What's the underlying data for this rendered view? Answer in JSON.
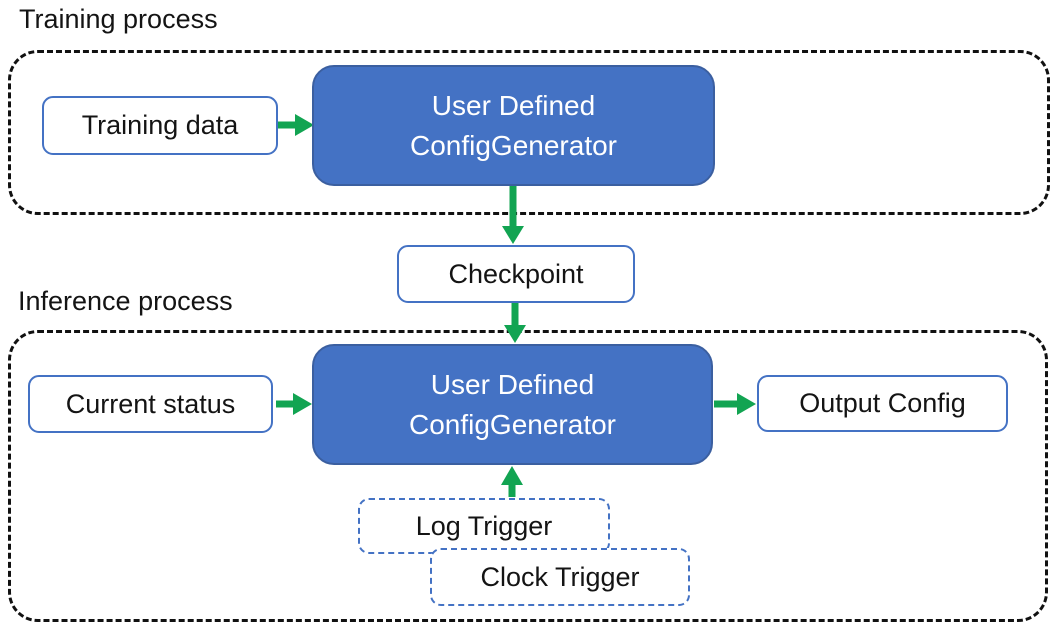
{
  "colors": {
    "accent_blue": "#4472C4",
    "accent_blue_dark": "#3B5FA0",
    "arrow_green": "#12A452",
    "dash_black": "#111111",
    "text_dark": "#141414",
    "box_text_white": "#FFFFFF"
  },
  "training": {
    "label": "Training process",
    "data_box": "Training data",
    "generator": {
      "line1": "User Defined",
      "line2": "ConfigGenerator"
    }
  },
  "checkpoint": {
    "label": "Checkpoint"
  },
  "inference": {
    "label": "Inference process",
    "status_box": "Current status",
    "generator": {
      "line1": "User Defined",
      "line2": "ConfigGenerator"
    },
    "output_box": "Output Config",
    "triggers": {
      "log": "Log Trigger",
      "clock": "Clock Trigger"
    }
  },
  "connections": [
    {
      "from": "Training data",
      "to": "User Defined ConfigGenerator (training)"
    },
    {
      "from": "User Defined ConfigGenerator (training)",
      "to": "Checkpoint"
    },
    {
      "from": "Checkpoint",
      "to": "User Defined ConfigGenerator (inference)"
    },
    {
      "from": "Current status",
      "to": "User Defined ConfigGenerator (inference)"
    },
    {
      "from": "User Defined ConfigGenerator (inference)",
      "to": "Output Config"
    },
    {
      "from": "Log Trigger / Clock Trigger",
      "to": "User Defined ConfigGenerator (inference)"
    }
  ]
}
